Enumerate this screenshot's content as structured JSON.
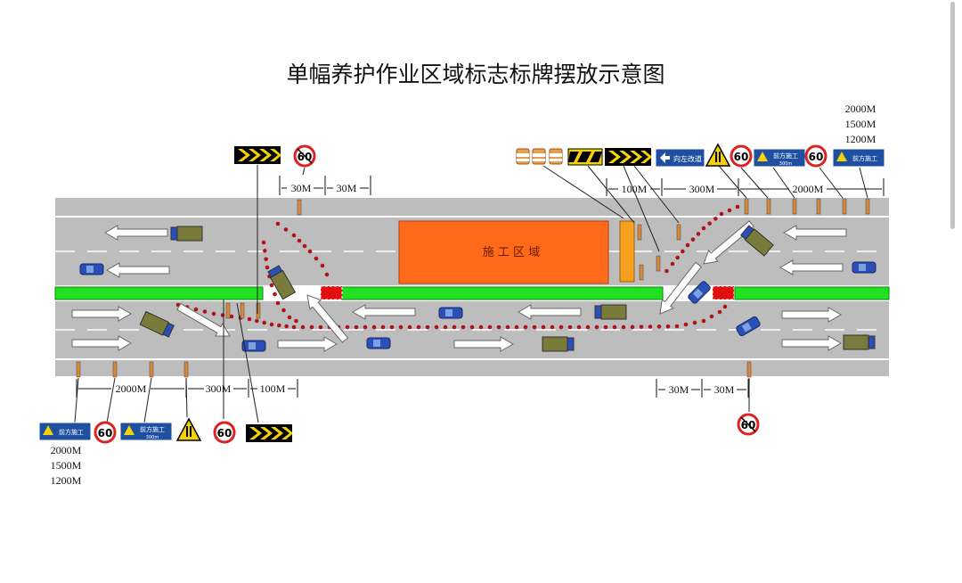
{
  "title": "单幅养护作业区域标志标牌摆放示意图",
  "work_zone_label": "施 工 区 域",
  "sign_labels": {
    "speed_limit": "60",
    "ahead_construction": "前方施工",
    "ahead_construction_sub": "300m",
    "detour_left": "向左改道"
  },
  "distances": {
    "d30": "30M",
    "d100": "100M",
    "d300": "300M",
    "d2000": "2000M"
  },
  "advance_distances": [
    "2000M",
    "1500M",
    "1200M"
  ],
  "colors": {
    "road": "#bdbdbd",
    "median": "#22e022",
    "work_zone": "#ff6a1a",
    "cone_dots": "#b0141a",
    "car": "#2a4fb8",
    "truck": "#7a7a3a",
    "sign_blue": "#1f4fa0",
    "chevron_yellow": "#f6d200"
  },
  "icons": [
    "arrow-left-icon",
    "arrow-right-icon",
    "car-icon",
    "truck-icon",
    "speed-limit-sign-icon",
    "end-speed-limit-sign-icon",
    "chevron-sign-icon",
    "warning-triangle-icon",
    "ahead-construction-sign-icon",
    "detour-sign-icon",
    "barrel-icon",
    "barrier-icon",
    "delineator-post-icon"
  ]
}
